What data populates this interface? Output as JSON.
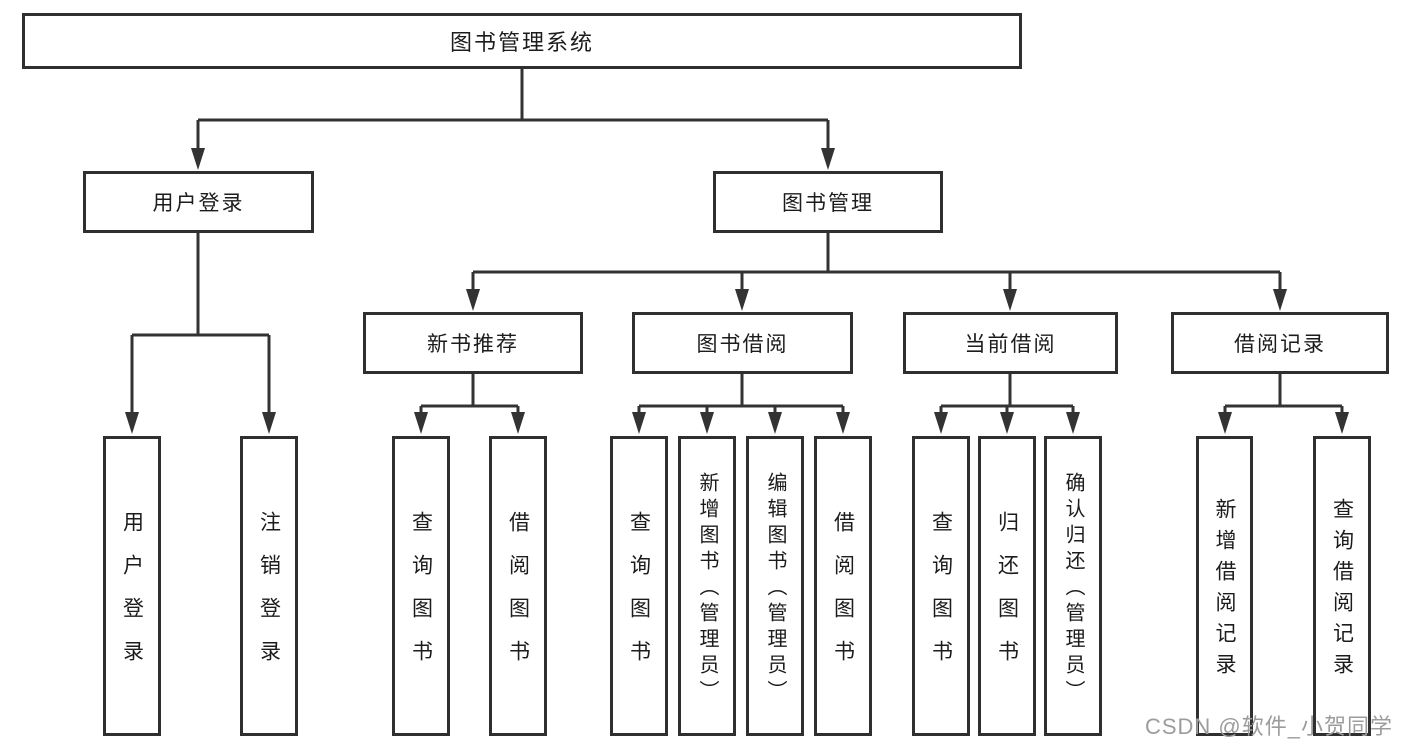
{
  "tree": {
    "root": {
      "label": "图书管理系统"
    },
    "branches": [
      {
        "label": "用户登录",
        "children": [
          {
            "label": "用户登录"
          },
          {
            "label": "注销登录"
          }
        ]
      },
      {
        "label": "图书管理",
        "children": [
          {
            "label": "新书推荐",
            "children": [
              {
                "label": "查询图书"
              },
              {
                "label": "借阅图书"
              }
            ]
          },
          {
            "label": "图书借阅",
            "children": [
              {
                "label": "查询图书"
              },
              {
                "label": "新增图书（管理员）"
              },
              {
                "label": "编辑图书（管理员）"
              },
              {
                "label": "借阅图书"
              }
            ]
          },
          {
            "label": "当前借阅",
            "children": [
              {
                "label": "查询图书"
              },
              {
                "label": "归还图书"
              },
              {
                "label": "确认归还（管理员）"
              }
            ]
          },
          {
            "label": "借阅记录",
            "children": [
              {
                "label": "新增借阅记录"
              },
              {
                "label": "查询借阅记录"
              }
            ]
          }
        ]
      }
    ]
  },
  "watermark": {
    "text": "CSDN @软件_小贺同学"
  },
  "colors": {
    "line": "#333333",
    "node_border": "#2f2f2f",
    "node_text": "#1c1c1c",
    "watermark": "#9c9c9c",
    "background": "#ffffff"
  }
}
